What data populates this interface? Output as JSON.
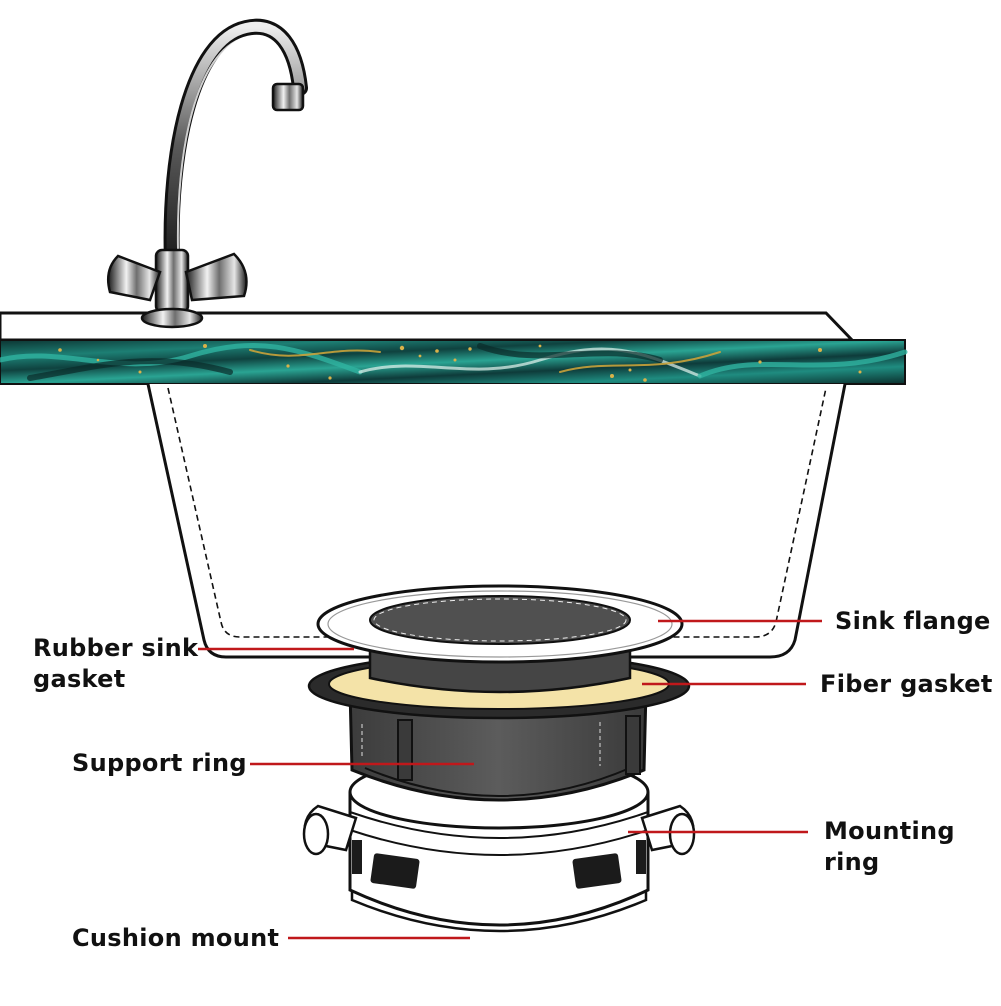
{
  "labels": {
    "sink_flange": "Sink flange",
    "rubber_sink_gasket_line1": "Rubber sink",
    "rubber_sink_gasket_line2": "gasket",
    "fiber_gasket": "Fiber gasket",
    "support_ring": "Support ring",
    "mounting_ring_line1": "Mounting",
    "mounting_ring_line2": "ring",
    "cushion_mount": "Cushion mount"
  },
  "colors": {
    "leader_line": "#c0181b",
    "outline": "#111111",
    "countertop_base": "#0e3b3a",
    "countertop_teal": "#1f8c80",
    "countertop_gold": "#c9a23a",
    "flange_face": "#ffffff",
    "flange_drain": "#505050",
    "fiber_gasket": "#f4e3a8",
    "rubber_gasket": "#2b2b2b",
    "support_ring": "#4d4d4d",
    "mounting_ring": "#ffffff"
  }
}
